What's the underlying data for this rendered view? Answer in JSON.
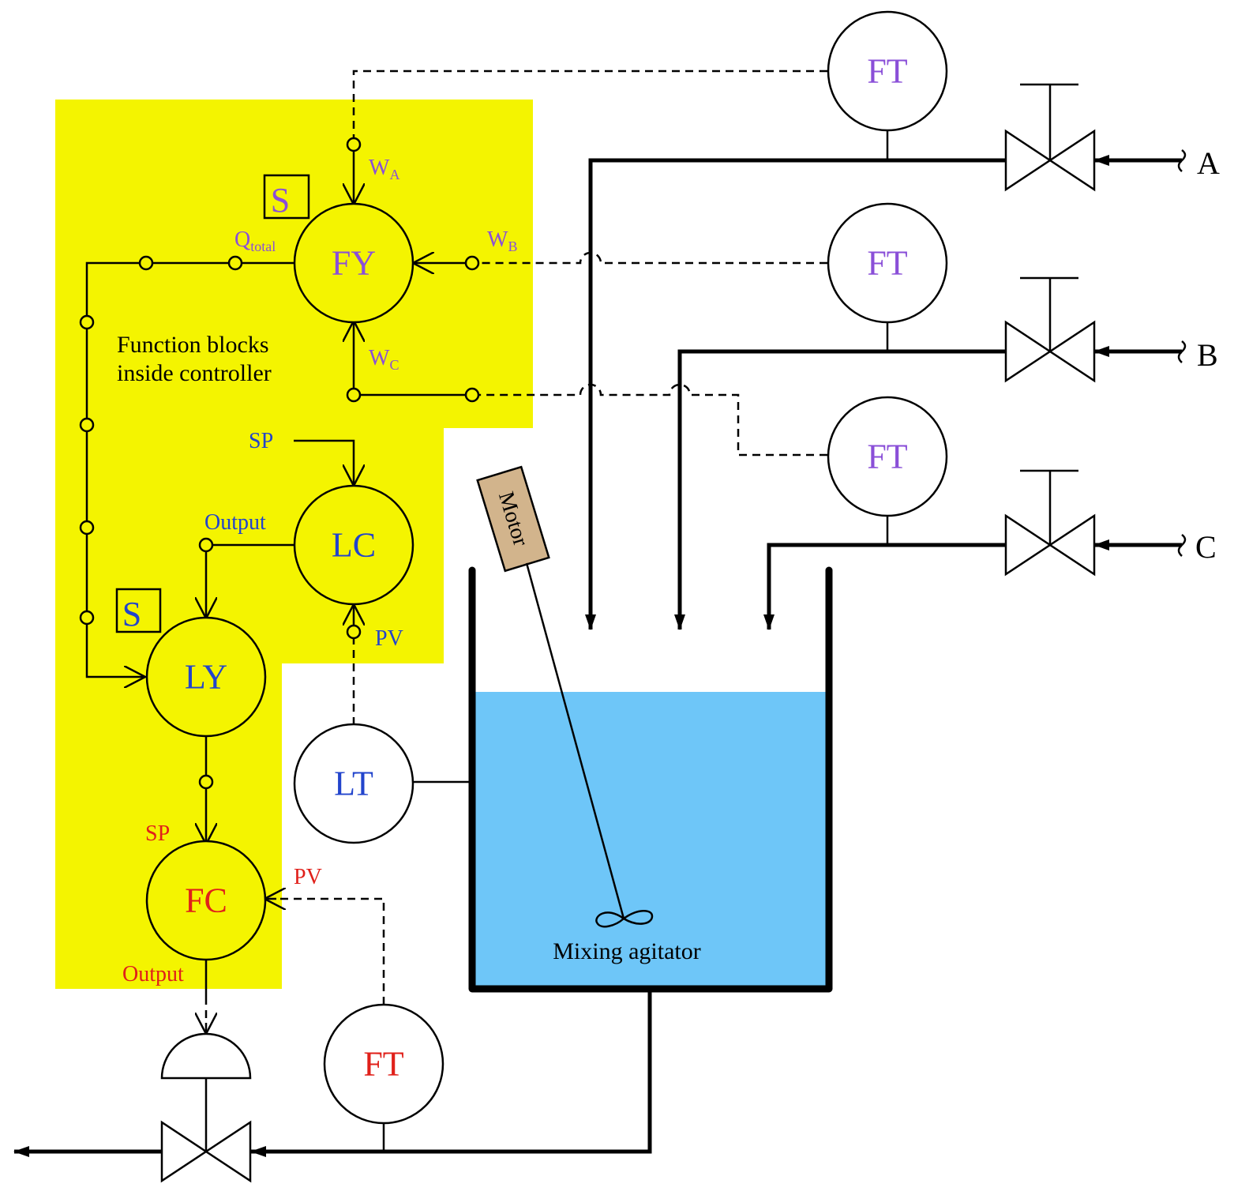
{
  "colors": {
    "controller_bg": "#f4f400",
    "liquid": "#6ec6f8",
    "motor_box": "#d2b48c",
    "purple": "#8a4fd8",
    "blue": "#2244cc",
    "red": "#e0201a",
    "line": "#000000"
  },
  "controller": {
    "caption_line1": "Function blocks",
    "caption_line2": "inside controller"
  },
  "blocks": {
    "fy": {
      "tag": "FY",
      "select_label": "S",
      "input_a_main": "W",
      "input_a_sub": "A",
      "input_b_main": "W",
      "input_b_sub": "B",
      "input_c_main": "W",
      "input_c_sub": "C",
      "output_main": "Q",
      "output_sub": "total"
    },
    "lc": {
      "tag": "LC",
      "sp_label": "SP",
      "pv_label": "PV",
      "output_label": "Output"
    },
    "ly": {
      "tag": "LY",
      "select_label": "S"
    },
    "fc": {
      "tag": "FC",
      "sp_label": "SP",
      "pv_label": "PV",
      "output_label": "Output"
    }
  },
  "field": {
    "ft_a": "FT",
    "ft_b": "FT",
    "ft_c": "FT",
    "ft_out": "FT",
    "lt": "LT",
    "motor_label": "Motor",
    "agitator_label": "Mixing agitator",
    "streams": [
      "A",
      "B",
      "C"
    ]
  }
}
